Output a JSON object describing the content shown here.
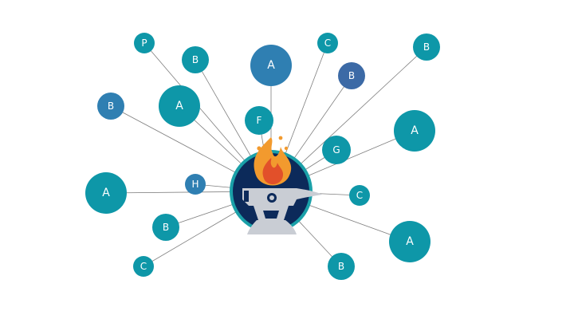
{
  "colors": {
    "teal": "#0e97a8",
    "blue": "#2f7fb2",
    "navy": "#3c6aa6",
    "hub_bg": "#0c2a5a",
    "hub_ring": "#1aa0a8",
    "edge": "#7f7f7f",
    "flame_outer": "#f29a2e",
    "flame_inner": "#e2502a",
    "anvil": "#c9cdd4"
  },
  "hub": {
    "icon": "anvil-flame-logo-icon"
  },
  "nodes": [
    {
      "id": "p1",
      "label": "P",
      "color": "teal"
    },
    {
      "id": "b1",
      "label": "B",
      "color": "teal"
    },
    {
      "id": "a1",
      "label": "A",
      "color": "blue"
    },
    {
      "id": "c1",
      "label": "C",
      "color": "teal"
    },
    {
      "id": "b2",
      "label": "B",
      "color": "teal"
    },
    {
      "id": "b3",
      "label": "B",
      "color": "blue"
    },
    {
      "id": "a2",
      "label": "A",
      "color": "teal"
    },
    {
      "id": "b4",
      "label": "B",
      "color": "navy"
    },
    {
      "id": "f1",
      "label": "F",
      "color": "teal"
    },
    {
      "id": "a3",
      "label": "A",
      "color": "teal"
    },
    {
      "id": "g1",
      "label": "G",
      "color": "teal"
    },
    {
      "id": "h1",
      "label": "H",
      "color": "blue"
    },
    {
      "id": "a4",
      "label": "A",
      "color": "teal"
    },
    {
      "id": "c2",
      "label": "C",
      "color": "teal"
    },
    {
      "id": "b5",
      "label": "B",
      "color": "teal"
    },
    {
      "id": "a5",
      "label": "A",
      "color": "teal"
    },
    {
      "id": "c3",
      "label": "C",
      "color": "teal"
    },
    {
      "id": "b6",
      "label": "B",
      "color": "teal"
    }
  ]
}
